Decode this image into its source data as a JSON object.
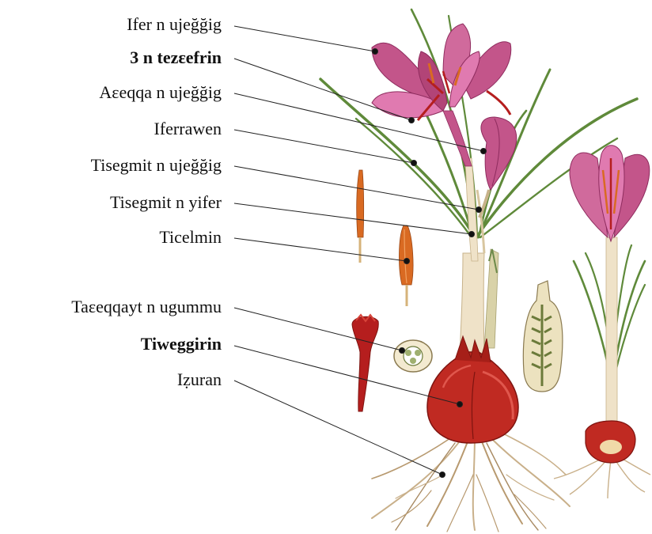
{
  "colors": {
    "petal": "#c3558a",
    "petal_light": "#e07ab0",
    "petal_dark": "#8e2c5e",
    "stigma": "#b51e1e",
    "stamen": "#d96a22",
    "leaf": "#5f8a3a",
    "stem_pale": "#efe2c8",
    "corm": "#c02a22",
    "corm_dark": "#7e1410",
    "root": "#c9b08a",
    "leader": "#222222"
  },
  "labels": [
    {
      "text": "Ifer n ujeğğig",
      "bold": false
    },
    {
      "text": "3 n tezɛefrin",
      "bold": true
    },
    {
      "text": "Aɛeqqa n ujeğğig",
      "bold": false
    },
    {
      "text": "Iferrawen",
      "bold": false
    },
    {
      "text": "Tisegmit n ujeğğig",
      "bold": false
    },
    {
      "text": "Tisegmit n yifer",
      "bold": false
    },
    {
      "text": "Ticelmin",
      "bold": false
    },
    {
      "text": "Taɛeqqayt n ugummu",
      "bold": false
    },
    {
      "text": "Tiweggirin",
      "bold": true
    },
    {
      "text": "Iẓuran",
      "bold": false
    }
  ]
}
